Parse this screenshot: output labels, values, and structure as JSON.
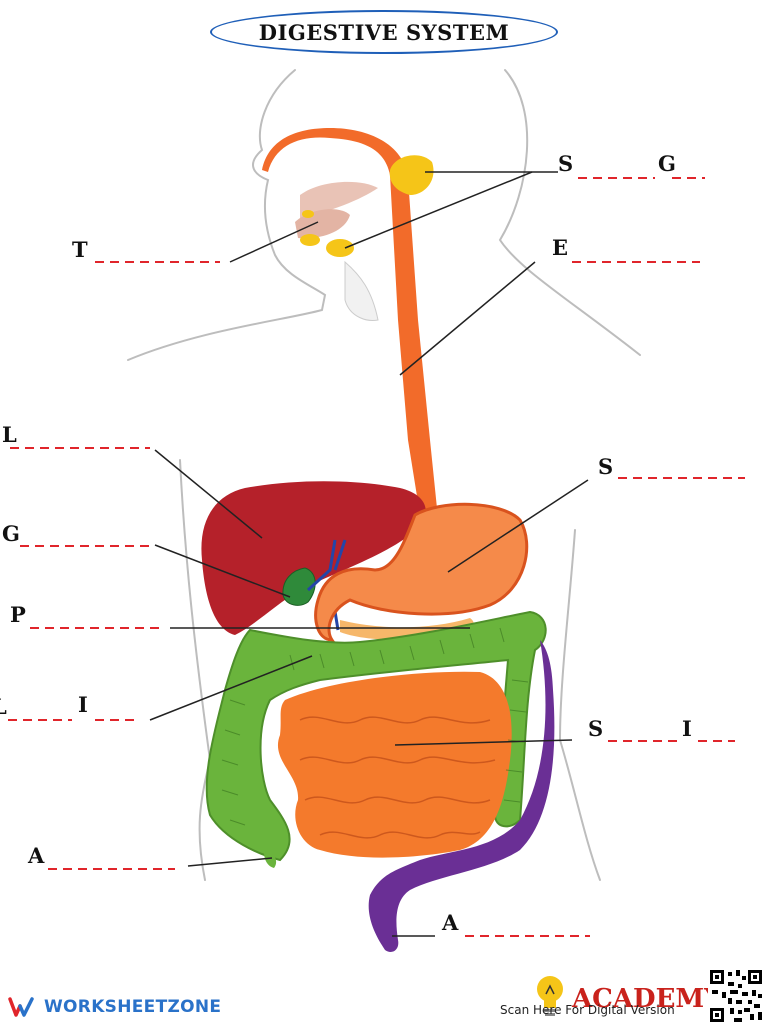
{
  "title": "DIGESTIVE SYSTEM",
  "labels": [
    {
      "id": "salivary-glands",
      "letters": [
        "S",
        "G"
      ]
    },
    {
      "id": "tongue",
      "letters": [
        "T"
      ]
    },
    {
      "id": "esophagus",
      "letters": [
        "E"
      ]
    },
    {
      "id": "liver",
      "letters": [
        "L"
      ]
    },
    {
      "id": "stomach",
      "letters": [
        "S"
      ]
    },
    {
      "id": "gallbladder",
      "letters": [
        "G"
      ]
    },
    {
      "id": "pancreas",
      "letters": [
        "P"
      ]
    },
    {
      "id": "large-intestine",
      "letters": [
        "L",
        "I"
      ]
    },
    {
      "id": "small-intestine",
      "letters": [
        "S",
        "I"
      ]
    },
    {
      "id": "appendix",
      "letters": [
        "A"
      ]
    },
    {
      "id": "anus",
      "letters": [
        "A"
      ]
    }
  ],
  "footer": {
    "brand": "WORKSHEETZONE",
    "scan_text": "Scan Here For Digital Version",
    "academy": "ACADEMYS"
  },
  "colors": {
    "esophagus": "#f26b2a",
    "liver": "#b5212a",
    "stomach": "#f58a4a",
    "large_intestine": "#6ab43c",
    "small_intestine": "#f47a2c",
    "rectum": "#6a2f95",
    "glands": "#f5c518",
    "gallbladder": "#2f8a3a",
    "dashes": "#e0252b",
    "title_border": "#1f5fb8"
  }
}
